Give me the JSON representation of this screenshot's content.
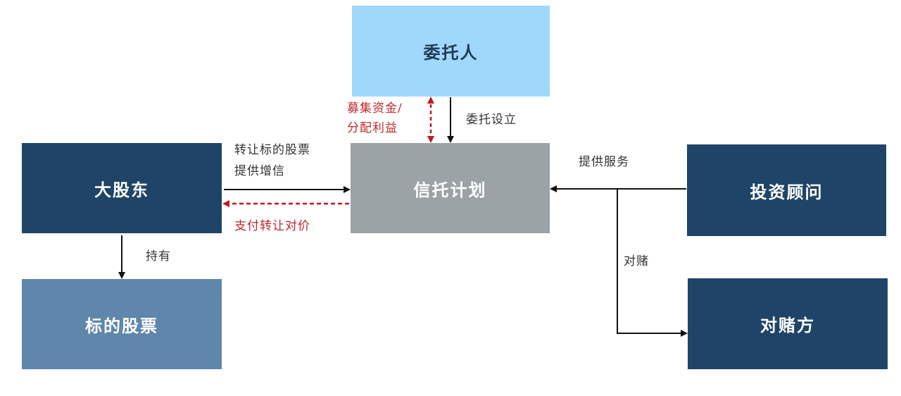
{
  "colors": {
    "trustor": "#9fd8fb",
    "trust_plan": "#9ca3a6",
    "dark_blue": "#1f4468",
    "stock_blue": "#5f86ab",
    "arrow_black": "#111111",
    "arrow_red": "#c0181d"
  },
  "nodes": {
    "trustor": "委托人",
    "trust_plan": "信托计划",
    "major_shareholder": "大股东",
    "underlying_stock": "标的股票",
    "investment_advisor": "投资顾问",
    "bet_counterparty": "对赌方"
  },
  "edges": {
    "raise_funds": [
      "募集资金/",
      "分配利益"
    ],
    "entrust_setup": "委托设立",
    "transfer_stock": [
      "转让标的股票",
      "提供增信"
    ],
    "pay_transfer": "支付转让对价",
    "provide_service": "提供服务",
    "bet": "对赌",
    "hold": "持有"
  }
}
